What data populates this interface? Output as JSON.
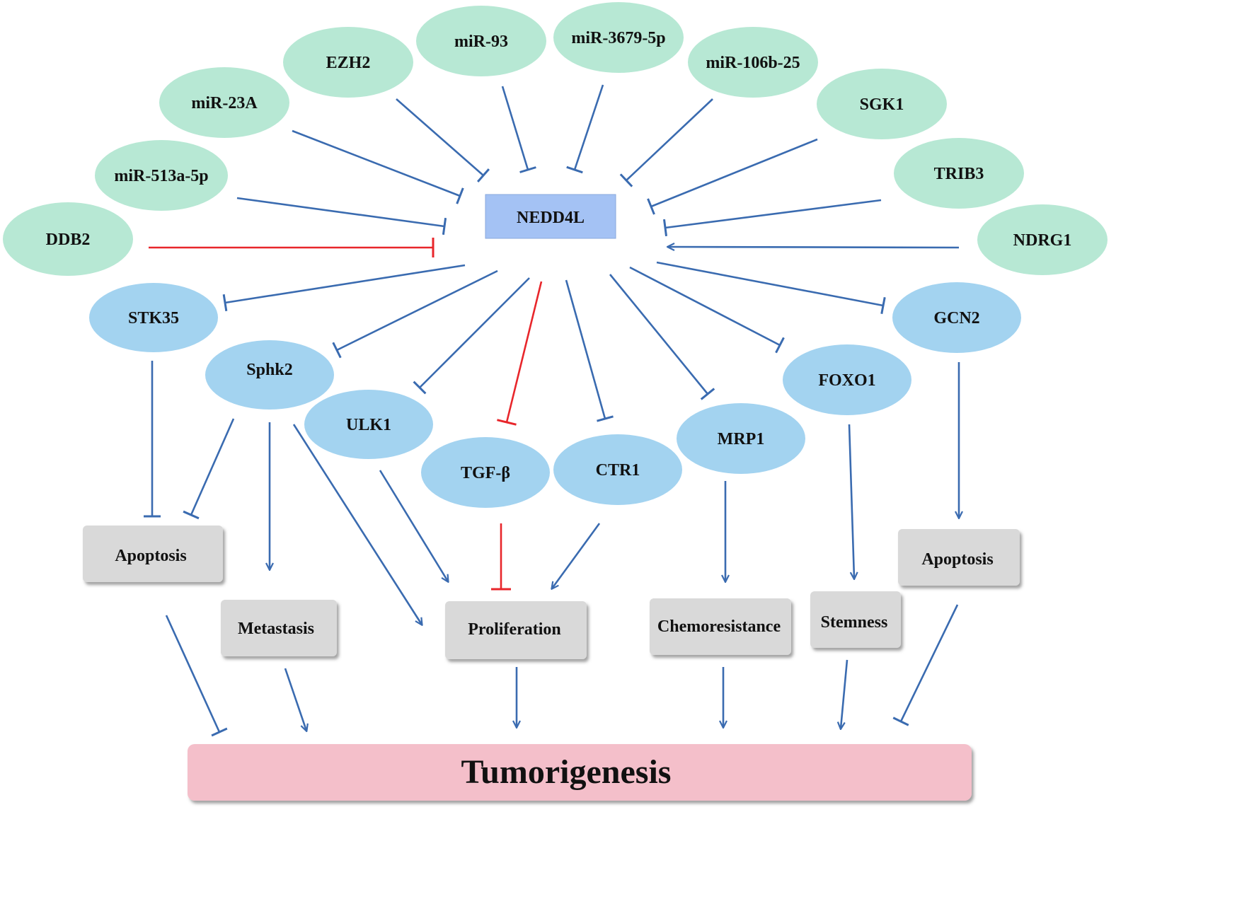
{
  "regulators": [
    "DDB2",
    "miR-513a-5p",
    "miR-23A",
    "EZH2",
    "miR-93",
    "miR-3679-5p",
    "miR-106b-25",
    "SGK1",
    "TRIB3",
    "NDRG1"
  ],
  "center": "NEDD4L",
  "targets": [
    "STK35",
    "Sphk2",
    "ULK1",
    "TGF-β",
    "CTR1",
    "MRP1",
    "FOXO1",
    "GCN2"
  ],
  "processes": [
    "Apoptosis",
    "Metastasis",
    "Proliferation",
    "Chemoresistance",
    "Stemness",
    "Apoptosis"
  ],
  "outcome": "Tumorigenesis",
  "colors": {
    "regulator_fill": "#b7e8d4",
    "target_fill": "#a3d3f0",
    "center_fill": "#a4c2f4",
    "process_fill": "#d9d9d9",
    "outcome_fill": "#f4bfca",
    "edge": "#3a6bb0",
    "edge_red": "#e8262b"
  }
}
